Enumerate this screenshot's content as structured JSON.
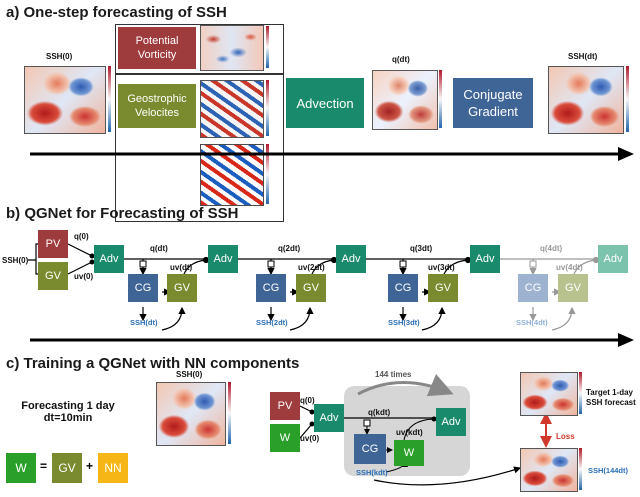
{
  "section_a": {
    "title": "a) One-step forecasting of SSH",
    "ssh0_label": "SSH(0)",
    "pv_label": "Potential Vorticity",
    "gv_label": "Geostrophic Velocites",
    "advection_label": "Advection",
    "qdt_label": "q(dt)",
    "cg_label": "Conjugate Gradient",
    "sshdt_label": "SSH(dt)"
  },
  "section_b": {
    "title": "b) QGNet for Forecasting of SSH",
    "ssh0": "SSH(0)",
    "pv": "PV",
    "gv": "GV",
    "adv": "Adv",
    "cg": "CG",
    "q0": "q(0)",
    "uv0": "uv(0)",
    "steps": [
      {
        "q": "q(dt)",
        "uv": "uv(dt)",
        "ssh": "SSH(dt)"
      },
      {
        "q": "q(2dt)",
        "uv": "uv(2dt)",
        "ssh": "SSH(2dt)"
      },
      {
        "q": "q(3dt)",
        "uv": "uv(3dt)",
        "ssh": "SSH(3dt)"
      },
      {
        "q": "q(4dt)",
        "uv": "uv(4dt)",
        "ssh": "SSH(4dt)"
      }
    ]
  },
  "section_c": {
    "title": "c) Training a QGNet with NN components",
    "forecast_line1": "Forecasting 1 day",
    "forecast_line2": "dt=10min",
    "ssh0": "SSH(0)",
    "w": "W",
    "eq": "=",
    "gv": "GV",
    "plus": "+",
    "nn": "NN",
    "pv": "PV",
    "adv": "Adv",
    "cg": "CG",
    "q0": "q(0)",
    "uv0": "uv(0)",
    "qkdt": "q(kdt)",
    "uvkdt": "uv(kdt)",
    "sshkdt": "SSH(kdt)",
    "times": "144 times",
    "target": "Target 1-day SSH forecast",
    "loss": "Loss",
    "ssh144": "SSH(144dt)"
  },
  "colors": {
    "pv": "#9e3b3d",
    "gv": "#7a8a2e",
    "adv": "#1a8a6c",
    "cg": "#3f6597",
    "w": "#2aa02a",
    "nn": "#f6b716",
    "loss": "#d0392b",
    "ssh_blue": "#2a6fb5"
  }
}
